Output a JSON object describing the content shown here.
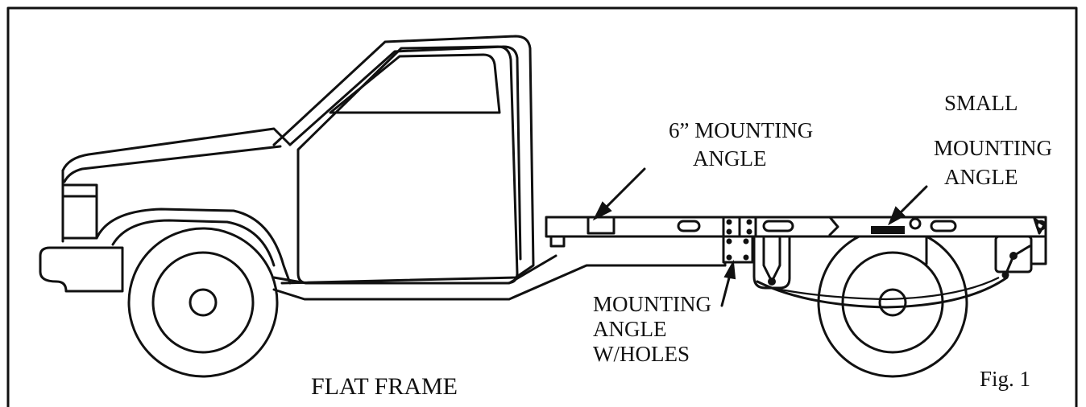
{
  "labels": {
    "six_inch_mounting_angle": [
      "6” MOUNTING",
      "ANGLE"
    ],
    "small_mounting_angle": [
      "SMALL",
      "MOUNTING",
      "ANGLE"
    ],
    "mounting_angle_with_holes": [
      "MOUNTING",
      "ANGLE",
      "W/HOLES"
    ]
  },
  "caption": "FLAT FRAME",
  "figure_number": "Fig. 1"
}
